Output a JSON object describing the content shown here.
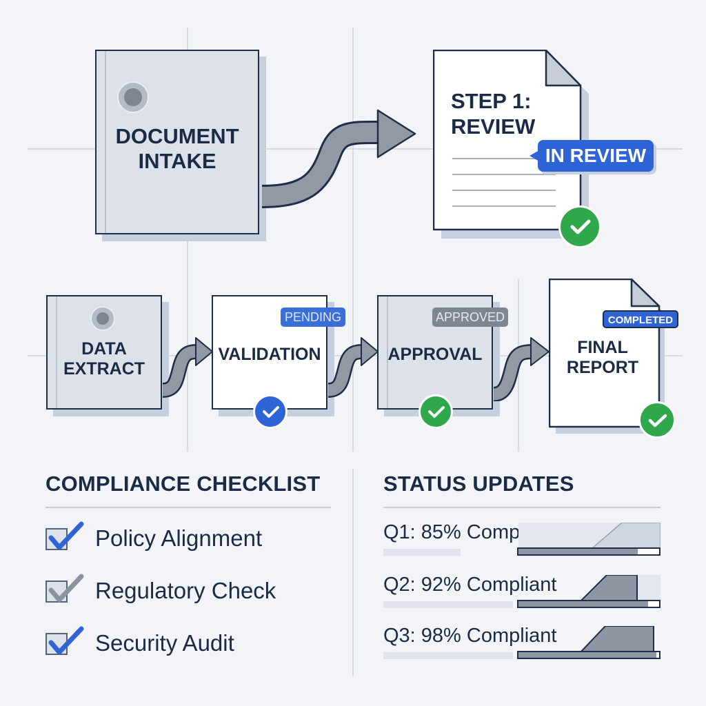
{
  "flow": {
    "intake": {
      "label_line1": "DOCUMENT",
      "label_line2": "INTAKE"
    },
    "review": {
      "label_line1": "STEP 1:",
      "label_line2": "REVIEW",
      "badge": "IN REVIEW"
    },
    "extract": {
      "label_line1": "DATA",
      "label_line2": "EXTRACT"
    },
    "validation": {
      "label": "VALIDATION",
      "badge": "PENDING"
    },
    "approval": {
      "label": "APPROVAL",
      "badge": "APPROVED"
    },
    "final": {
      "label_line1": "FINAL",
      "label_line2": "REPORT",
      "badge": "COMPLETED"
    }
  },
  "checklist": {
    "title": "COMPLIANCE CHECKLIST",
    "items": [
      {
        "label": "Policy Alignment",
        "checked": true,
        "check_color": "#2f64d6"
      },
      {
        "label": "Regulatory Check",
        "checked": true,
        "check_color": "#8d939d"
      },
      {
        "label": "Security Audit",
        "checked": true,
        "check_color": "#2f64d6"
      }
    ]
  },
  "status": {
    "title": "STATUS UPDATES",
    "items": [
      {
        "label": "Q1: 85% Compliant",
        "value": 0.85
      },
      {
        "label": "Q2: 92% Compliant",
        "value": 0.92
      },
      {
        "label": "Q3: 98% Compliant",
        "value": 0.98
      }
    ]
  },
  "colors": {
    "accent_blue": "#2f64d6",
    "success_green": "#2ea84a",
    "badge_gray": "#7e8593",
    "ink": "#1c2b45"
  },
  "icons": [
    "arrow-icon",
    "check-circle-icon",
    "checkbox-icon",
    "record-icon"
  ]
}
